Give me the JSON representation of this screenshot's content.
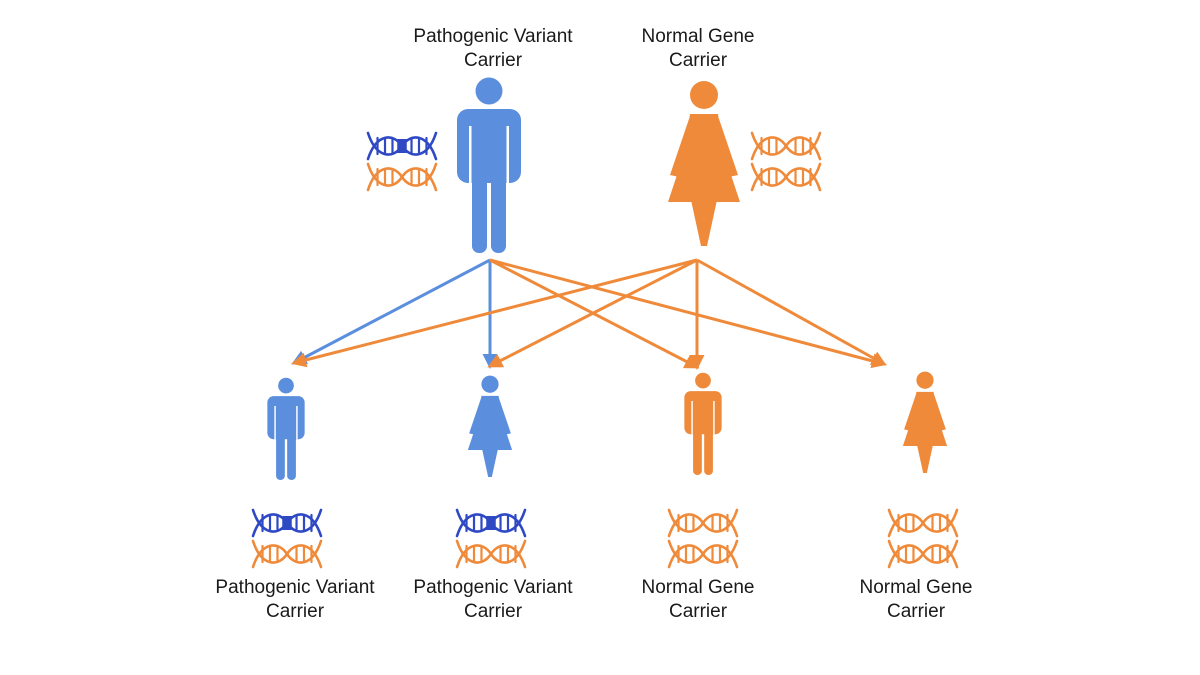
{
  "colors": {
    "variant": "#5b8fde",
    "variant_dna_dark": "#2f49c4",
    "normal": "#ef8a3a"
  },
  "parents": [
    {
      "id": "father",
      "sex": "male",
      "status": "variant",
      "label_line1": "Pathogenic Variant",
      "label_line2": "Carrier",
      "dna_strands": [
        "variant",
        "normal"
      ]
    },
    {
      "id": "mother",
      "sex": "female",
      "status": "normal",
      "label_line1": "Normal Gene",
      "label_line2": "Carrier",
      "dna_strands": [
        "normal",
        "normal"
      ]
    }
  ],
  "children": [
    {
      "id": "child-1",
      "sex": "male",
      "status": "variant",
      "label_line1": "Pathogenic Variant",
      "label_line2": "Carrier",
      "dna_strands": [
        "variant",
        "normal"
      ]
    },
    {
      "id": "child-2",
      "sex": "female",
      "status": "variant",
      "label_line1": "Pathogenic Variant",
      "label_line2": "Carrier",
      "dna_strands": [
        "variant",
        "normal"
      ]
    },
    {
      "id": "child-3",
      "sex": "male",
      "status": "normal",
      "label_line1": "Normal Gene",
      "label_line2": "Carrier",
      "dna_strands": [
        "normal",
        "normal"
      ]
    },
    {
      "id": "child-4",
      "sex": "female",
      "status": "normal",
      "label_line1": "Normal Gene",
      "label_line2": "Carrier",
      "dna_strands": [
        "normal",
        "normal"
      ]
    }
  ],
  "inheritance_arrows": [
    {
      "from": "father",
      "to": "child-1",
      "allele": "variant"
    },
    {
      "from": "father",
      "to": "child-2",
      "allele": "variant"
    },
    {
      "from": "father",
      "to": "child-3",
      "allele": "normal"
    },
    {
      "from": "father",
      "to": "child-4",
      "allele": "normal"
    },
    {
      "from": "mother",
      "to": "child-1",
      "allele": "normal"
    },
    {
      "from": "mother",
      "to": "child-2",
      "allele": "normal"
    },
    {
      "from": "mother",
      "to": "child-3",
      "allele": "normal"
    },
    {
      "from": "mother",
      "to": "child-4",
      "allele": "normal"
    }
  ]
}
